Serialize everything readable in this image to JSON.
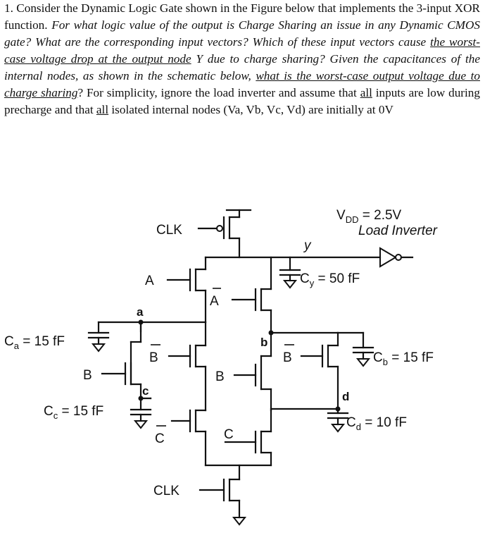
{
  "question": {
    "s1": "1. Consider the Dynamic Logic Gate shown in the Figure below that implements the 3-input XOR function. ",
    "s2": "For what logic value of the output is Charge Sharing an issue in any Dynamic CMOS gate? What are the corresponding input vectors? Which of these input vectors cause ",
    "s3": "the worst-case voltage drop at the output node",
    "s4": " Y due to charge sharing? Given the capacitances of the internal nodes, as shown in the schematic below, ",
    "s5": "what is the worst-case output voltage due to charge sharing",
    "s6": "? For simplicity, ignore the load inverter and assume that ",
    "s7": "all",
    "s8": " inputs are low during precharge and that ",
    "s9": "all",
    "s10": " isolated internal nodes (Va, Vb, Vc, Vd) are initially at 0V"
  },
  "schematic": {
    "vdd_label": "V",
    "vdd_sub": "DD",
    "vdd_value": " = 2.5V",
    "load_inverter": "Load Inverter",
    "clk_top": "CLK",
    "clk_bottom": "CLK",
    "output_node": "y",
    "cy_sym": "C",
    "cy_sub": "y",
    "cy_value": " = 50 fF",
    "ca_sym": "C",
    "ca_sub": "a",
    "ca_value": " = 15 fF",
    "cb_sym": "C",
    "cb_sub": "b",
    "cb_value": " = 15 fF",
    "cc_sym": "C",
    "cc_sub": "c",
    "cc_value": " = 15 fF",
    "cd_sym": "C",
    "cd_sub": "d",
    "cd_value": " = 10 fF",
    "node_a": "a",
    "node_b": "b",
    "node_c": "c",
    "node_d": "d",
    "in_a": "A",
    "in_abar": "A",
    "in_b_left": "B",
    "in_bbar_left": "B",
    "in_b_mid": "B",
    "in_bbar_right": "B",
    "in_cbar": "C",
    "in_c": "C"
  }
}
